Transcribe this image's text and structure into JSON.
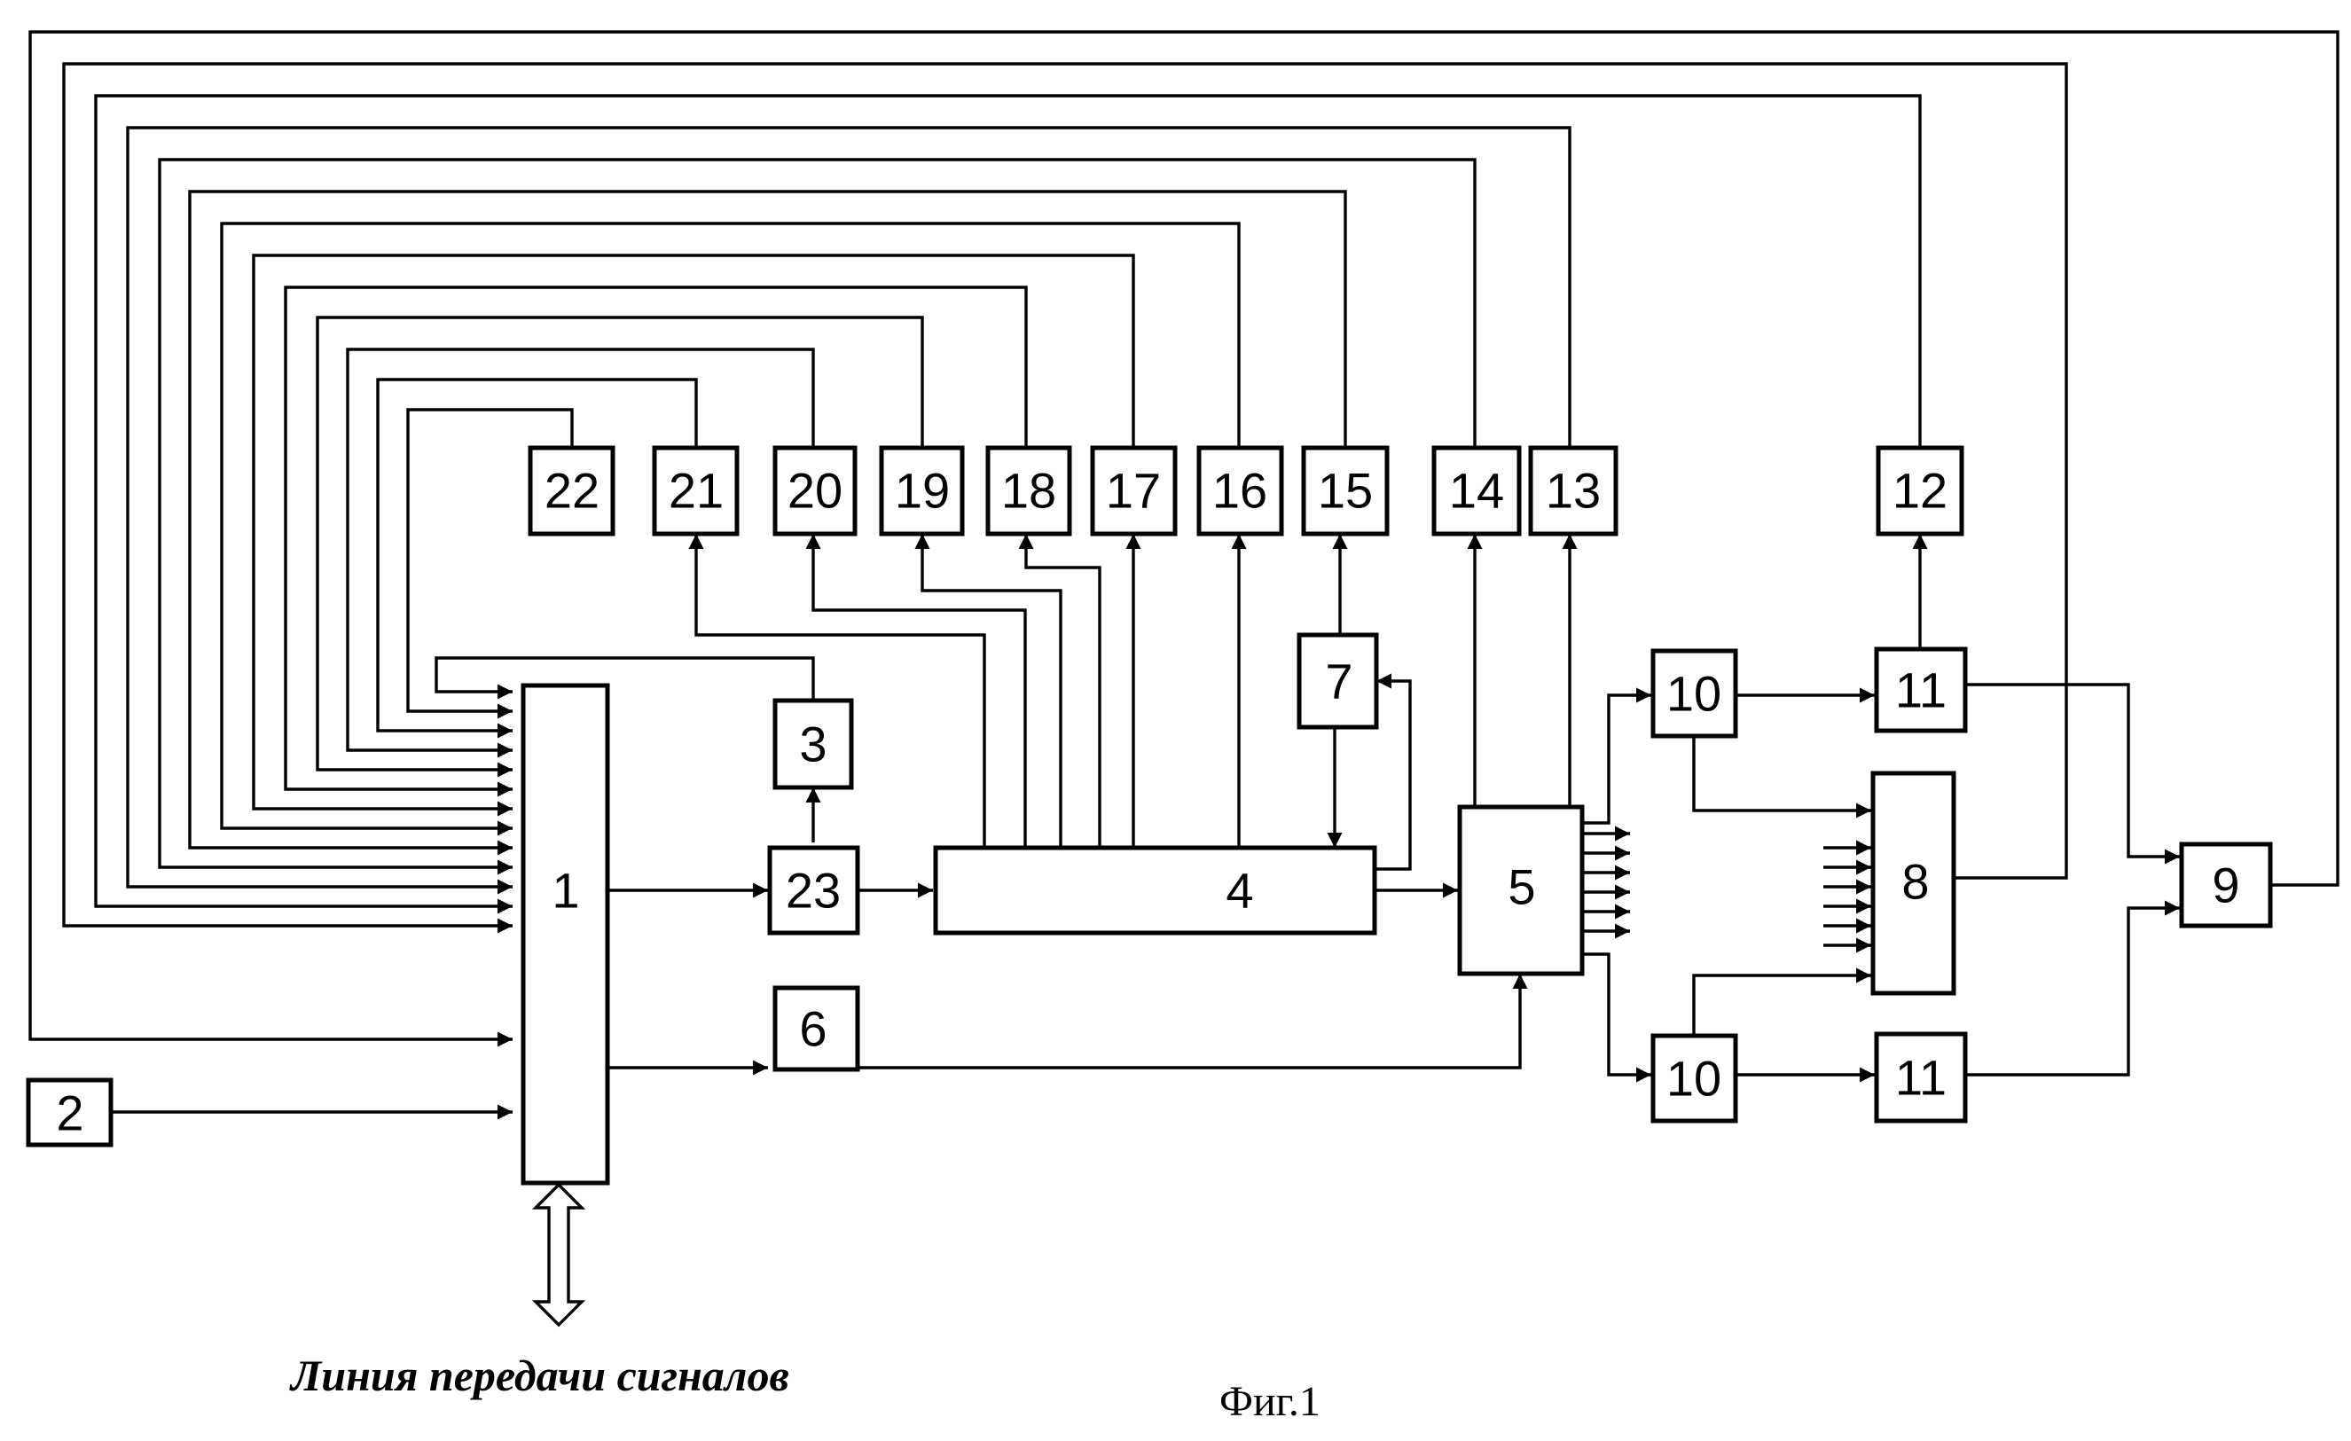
{
  "blocks": [
    {
      "id": "b1",
      "label": "1"
    },
    {
      "id": "b2",
      "label": "2"
    },
    {
      "id": "b3",
      "label": "3"
    },
    {
      "id": "b4",
      "label": "4"
    },
    {
      "id": "b5",
      "label": "5"
    },
    {
      "id": "b6",
      "label": "6"
    },
    {
      "id": "b7",
      "label": "7"
    },
    {
      "id": "b8",
      "label": "8"
    },
    {
      "id": "b9",
      "label": "9"
    },
    {
      "id": "b10a",
      "label": "10"
    },
    {
      "id": "b10b",
      "label": "10"
    },
    {
      "id": "b11a",
      "label": "11"
    },
    {
      "id": "b11b",
      "label": "11"
    },
    {
      "id": "b12",
      "label": "12"
    },
    {
      "id": "b13",
      "label": "13"
    },
    {
      "id": "b14",
      "label": "14"
    },
    {
      "id": "b15",
      "label": "15"
    },
    {
      "id": "b16",
      "label": "16"
    },
    {
      "id": "b17",
      "label": "17"
    },
    {
      "id": "b18",
      "label": "18"
    },
    {
      "id": "b19",
      "label": "19"
    },
    {
      "id": "b20",
      "label": "20"
    },
    {
      "id": "b21",
      "label": "21"
    },
    {
      "id": "b22",
      "label": "22"
    },
    {
      "id": "b23",
      "label": "23"
    }
  ],
  "captions": {
    "signal_line": "Линия передачи сигналов",
    "figure": "Фиг.1"
  },
  "colors": {
    "stroke": "#000000",
    "background": "#ffffff"
  }
}
